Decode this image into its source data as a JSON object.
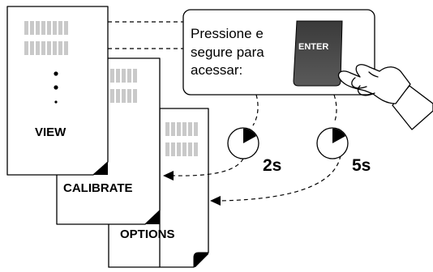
{
  "instruction": {
    "lines": [
      "Pressione e",
      "segure para",
      "acessar:"
    ],
    "key_label": "ENTER"
  },
  "pages": {
    "view": "VIEW",
    "calibrate": "CALIBRATE",
    "options": "OPTIONS"
  },
  "timers": {
    "short": "2s",
    "long": "5s",
    "short_fraction": 0.17,
    "long_fraction": 0.17
  },
  "colors": {
    "key_fill": "#4a4a4a",
    "placeholder_gray": "#c9c9c9"
  }
}
